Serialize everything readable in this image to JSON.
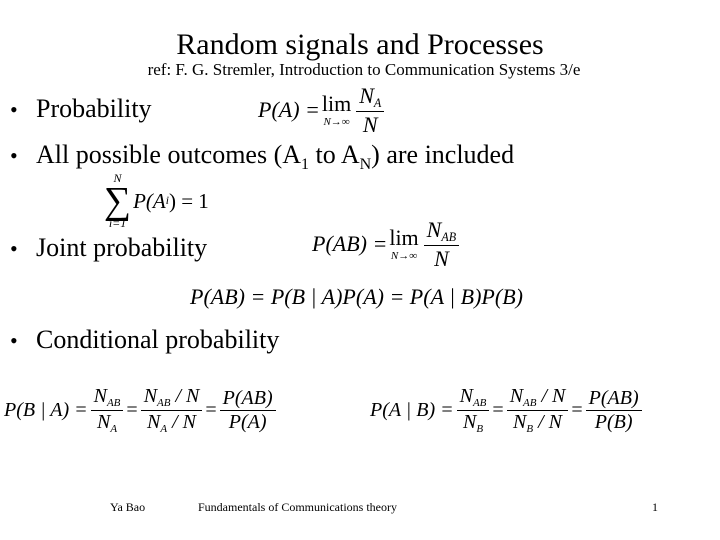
{
  "slide": {
    "title": "Random signals and Processes",
    "subtitle": "ref: F. G. Stremler,  Introduction to Communication Systems 3/e",
    "bullets": [
      {
        "marker": "•",
        "text": "Probability"
      },
      {
        "marker": "•",
        "text_before": "All possible outcomes (A",
        "sub1": "1",
        "text_mid": " to A",
        "sub2": "N",
        "text_after": ") are included"
      },
      {
        "marker": "•",
        "text": "Joint probability"
      },
      {
        "marker": "•",
        "text": "Conditional probability"
      }
    ],
    "equations": {
      "probability": {
        "lhs": "P(A) =",
        "op": "lim",
        "under": "N→∞",
        "num": "N",
        "num_sub": "A",
        "den": "N"
      },
      "sum_rule": {
        "sym": "∑",
        "top": "N",
        "bottom": "i=1",
        "body": "P(A",
        "body_sub": "i",
        "rhs": ") = 1"
      },
      "joint": {
        "lhs": "P(AB) =",
        "op": "lim",
        "under": "N→∞",
        "num": "N",
        "num_sub": "AB",
        "den": "N"
      },
      "product_rule": "P(AB) = P(B | A)P(A) = P(A | B)P(B)",
      "cond_b_given_a": {
        "lhs": "P(B | A) =",
        "f1_num": "N",
        "f1_num_sub": "AB",
        "f1_den": "N",
        "f1_den_sub": "A",
        "eq": "=",
        "f2_num": "N",
        "f2_num_sub": "AB",
        "f2_num_tail": " / N",
        "f2_den": "N",
        "f2_den_sub": "A",
        "f2_den_tail": " / N",
        "f3_num": "P(AB)",
        "f3_den": "P(A)"
      },
      "cond_a_given_b": {
        "lhs": "P(A | B) =",
        "f1_num": "N",
        "f1_num_sub": "AB",
        "f1_den": "N",
        "f1_den_sub": "B",
        "eq": "=",
        "f2_num": "N",
        "f2_num_sub": "AB",
        "f2_num_tail": " / N",
        "f2_den": "N",
        "f2_den_sub": "B",
        "f2_den_tail": " / N",
        "f3_num": "P(AB)",
        "f3_den": "P(B)"
      }
    },
    "footer": {
      "author": "Ya Bao",
      "course": "Fundamentals of Communications theory",
      "page": "1"
    }
  }
}
